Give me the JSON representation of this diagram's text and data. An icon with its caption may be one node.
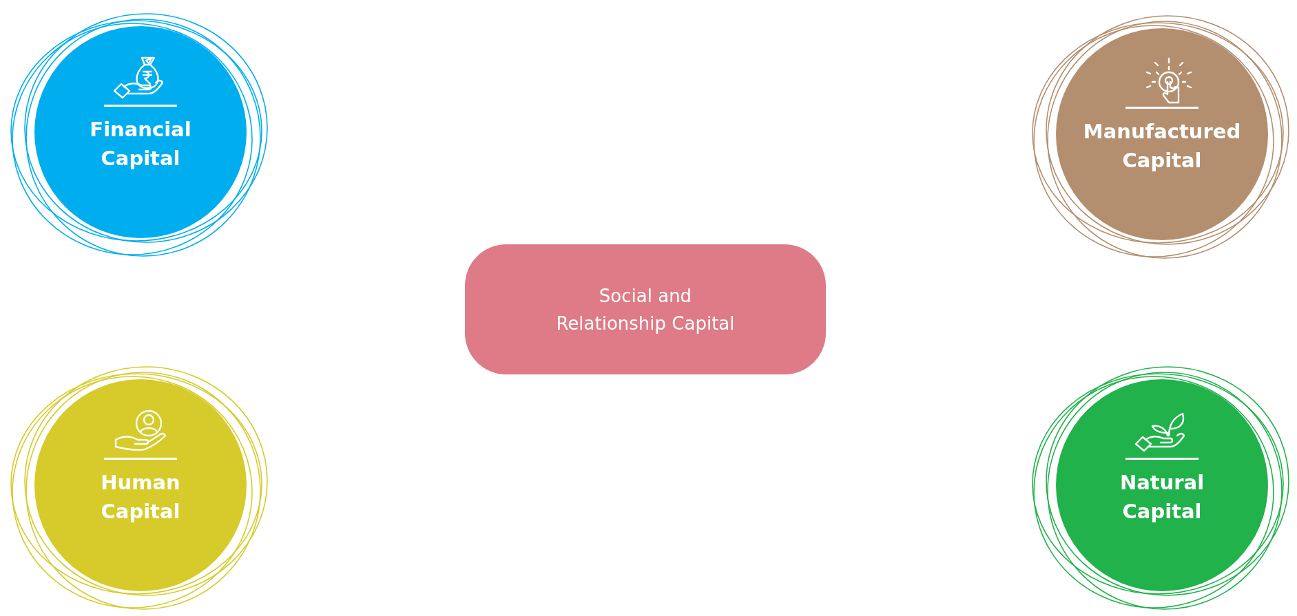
{
  "diagram": {
    "nodes": [
      {
        "text": [
          "Financial Capital"
        ]
      },
      {
        "text": [
          "Manufactured Capital"
        ]
      },
      {
        "text": [
          "Social and Relationship Capital"
        ]
      },
      {
        "text": [
          "Human Capital"
        ]
      },
      {
        "text": [
          "Natural Capital"
        ]
      }
    ]
  }
}
